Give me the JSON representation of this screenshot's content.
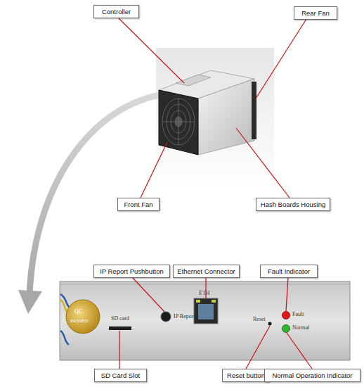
{
  "diagram": {
    "nodes": [
      {
        "text": [
          "Controller"
        ]
      },
      {
        "text": [
          "Rear Fan"
        ]
      },
      {
        "text": [
          "Front Fan"
        ]
      },
      {
        "text": [
          "Hash Boards Housing"
        ]
      },
      {
        "text": [
          "IP Report Pushbutton"
        ]
      },
      {
        "text": [
          "Ethernet Connector"
        ]
      },
      {
        "text": [
          "Fault Indicator"
        ]
      },
      {
        "text": [
          "SD Card Slot"
        ]
      },
      {
        "text": [
          "Reset button"
        ]
      },
      {
        "text": [
          "Normal Operation Indicator"
        ]
      }
    ],
    "labels": [
      "SD card",
      "IP Report",
      "ETH",
      "Reset",
      "Fault",
      "Normal",
      "QC",
      "PASSED"
    ]
  }
}
